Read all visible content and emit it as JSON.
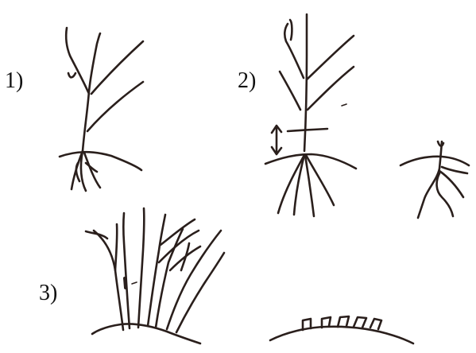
{
  "labels": {
    "step1": "1)",
    "step2": "2)",
    "step3": "3)"
  },
  "colors": {
    "ink": "#2a1f1c",
    "background": "#ffffff"
  }
}
